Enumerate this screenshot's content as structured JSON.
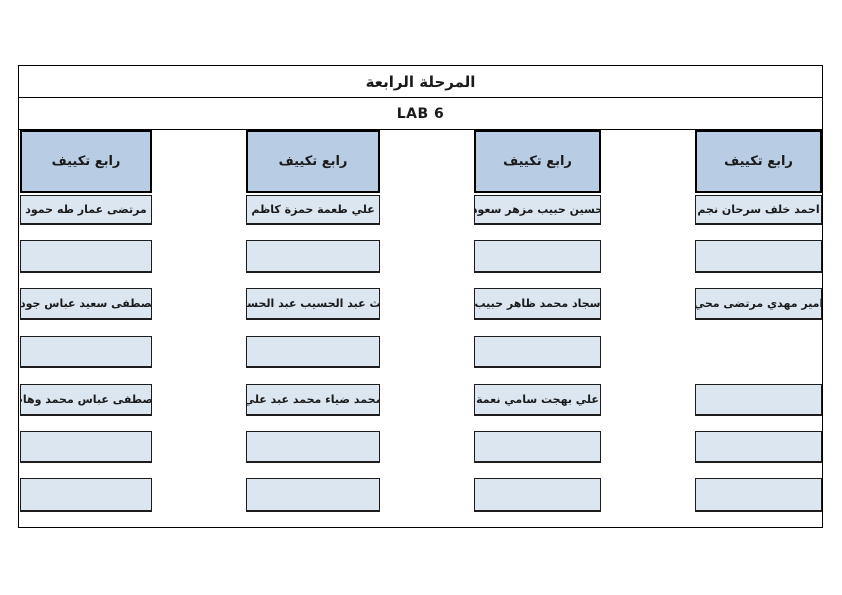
{
  "document": {
    "stage_title": "المرحلة الرابعة",
    "lab_title": "LAB 6"
  },
  "columns": [
    {
      "header": "رابع تكييف",
      "cells": [
        {
          "name": "احمد خلف سرحان نجم",
          "present": true
        },
        {
          "name": "",
          "present": true
        },
        {
          "name": "امير مهدي مرتضى محي",
          "present": true
        },
        {
          "name": "",
          "present": false
        },
        {
          "name": "",
          "present": true
        },
        {
          "name": "",
          "present": true
        },
        {
          "name": "",
          "present": true
        }
      ]
    },
    {
      "header": "رابع تكييف",
      "cells": [
        {
          "name": "حسين حبيب مزهر سعود",
          "present": true
        },
        {
          "name": "",
          "present": true
        },
        {
          "name": "سجاد محمد ظاهر حبيب",
          "present": true
        },
        {
          "name": "",
          "present": true
        },
        {
          "name": "علي بهجت سامي نعمة",
          "present": true
        },
        {
          "name": "",
          "present": true
        },
        {
          "name": "",
          "present": true
        }
      ]
    },
    {
      "header": "رابع تكييف",
      "cells": [
        {
          "name": "علي طعمة حمزة كاظم",
          "present": true
        },
        {
          "name": "",
          "present": true
        },
        {
          "name": "غيث عبد الحسيب عبد الحسين",
          "present": true
        },
        {
          "name": "",
          "present": true
        },
        {
          "name": "محمد ضياء محمد عبد علي",
          "present": true
        },
        {
          "name": "",
          "present": true
        },
        {
          "name": "",
          "present": true
        }
      ]
    },
    {
      "header": "رابع تكييف",
      "cells": [
        {
          "name": "مرتضى عمار طه حمود",
          "present": true
        },
        {
          "name": "",
          "present": true
        },
        {
          "name": "مصطفى سعيد عباس جودة",
          "present": true
        },
        {
          "name": "",
          "present": true
        },
        {
          "name": "مصطفى عباس محمد وهاب",
          "present": true
        },
        {
          "name": "",
          "present": true
        },
        {
          "name": "",
          "present": true
        }
      ]
    }
  ],
  "colors": {
    "header_fill": "#b8cce4",
    "cell_fill": "#dce6f1",
    "border": "#000000"
  }
}
